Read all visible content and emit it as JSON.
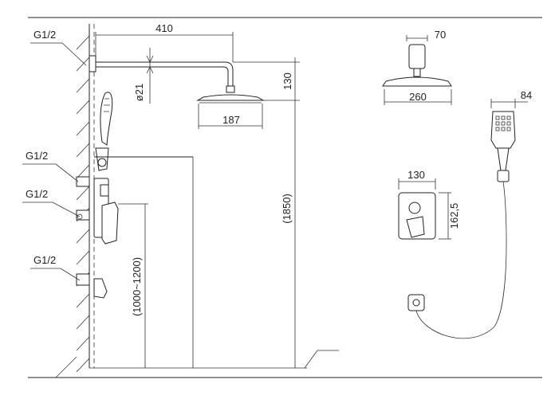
{
  "dimensions": {
    "arm_length": "410",
    "pipe_diameter": "ø21",
    "head_drop": "130",
    "head_width_side": "187",
    "top_outlet_height": "(1850)",
    "mixer_height": "(1000~1200)",
    "flange_width": "70",
    "head_width_top": "260",
    "handshower_width": "84",
    "plate_width": "130",
    "plate_height": "162,5"
  },
  "thread_labels": {
    "top_inlet": "G1/2",
    "holder_inlet": "G1/2",
    "valve_inlet": "G1/2",
    "spout_inlet": "G1/2"
  }
}
